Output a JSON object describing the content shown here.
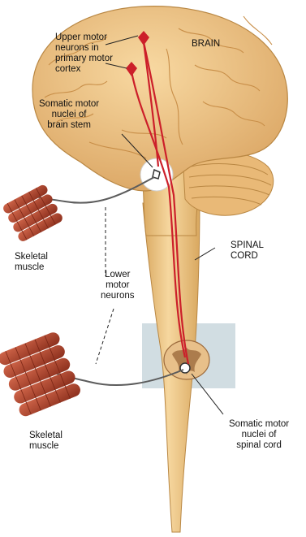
{
  "labels": {
    "upper_motor": "Upper motor\nneurons in\nprimary motor\ncortex",
    "brain": "BRAIN",
    "somatic_brain_stem": "Somatic motor\nnuclei of\nbrain stem",
    "skeletal_muscle_top": "Skeletal\nmuscle",
    "lower_motor": "Lower\nmotor\nneurons",
    "spinal_cord": "SPINAL\nCORD",
    "skeletal_muscle_bottom": "Skeletal\nmuscle",
    "somatic_spinal": "Somatic motor\nnuclei of\nspinal cord"
  },
  "colors": {
    "brain": "#efc487",
    "brain_shadow": "#d8a35f",
    "cord": "#f1cc8e",
    "neuron": "#cc1f2a",
    "muscle": "#b5452c",
    "grey_matter": "#9c6a3c",
    "nerve": "#5c5c5c",
    "section_plane": "#c9d7dd"
  }
}
